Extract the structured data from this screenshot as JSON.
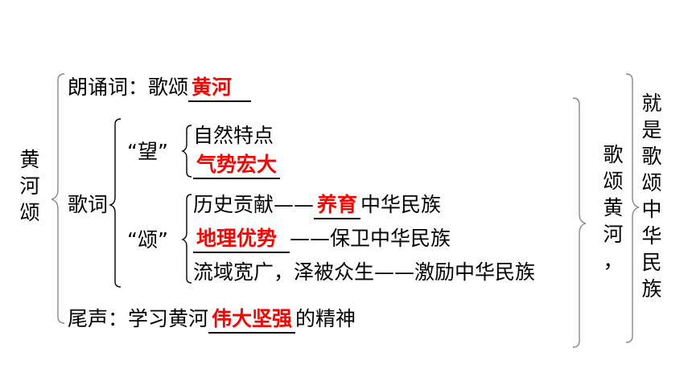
{
  "root_title": [
    "黄",
    "河",
    "颂"
  ],
  "recite": {
    "prefix": "朗诵词：歌颂",
    "answer": "黄河"
  },
  "lyrics_label": "歌词",
  "wang": {
    "label": "“望”",
    "line1": "自然特点",
    "answer": "气势宏大"
  },
  "song": {
    "label": "“颂”",
    "line1_prefix": "历史贡献——",
    "line1_answer": "养育",
    "line1_suffix": "中华民族",
    "line2_answer": "地理优势",
    "line2_suffix": "——保卫中华民族",
    "line3": "流域宽广，泽被众生——激励中华民族"
  },
  "coda": {
    "prefix": "尾声：学习黄河",
    "answer": "伟大坚强",
    "suffix": "的精神"
  },
  "middle_col": [
    "歌",
    "颂",
    "黄",
    "河",
    "，"
  ],
  "right_col": [
    "就",
    "是",
    "歌",
    "颂",
    "中",
    "华",
    "民",
    "族"
  ],
  "colors": {
    "answer": "#ff0000",
    "text": "#000000",
    "brace": "#888888"
  }
}
